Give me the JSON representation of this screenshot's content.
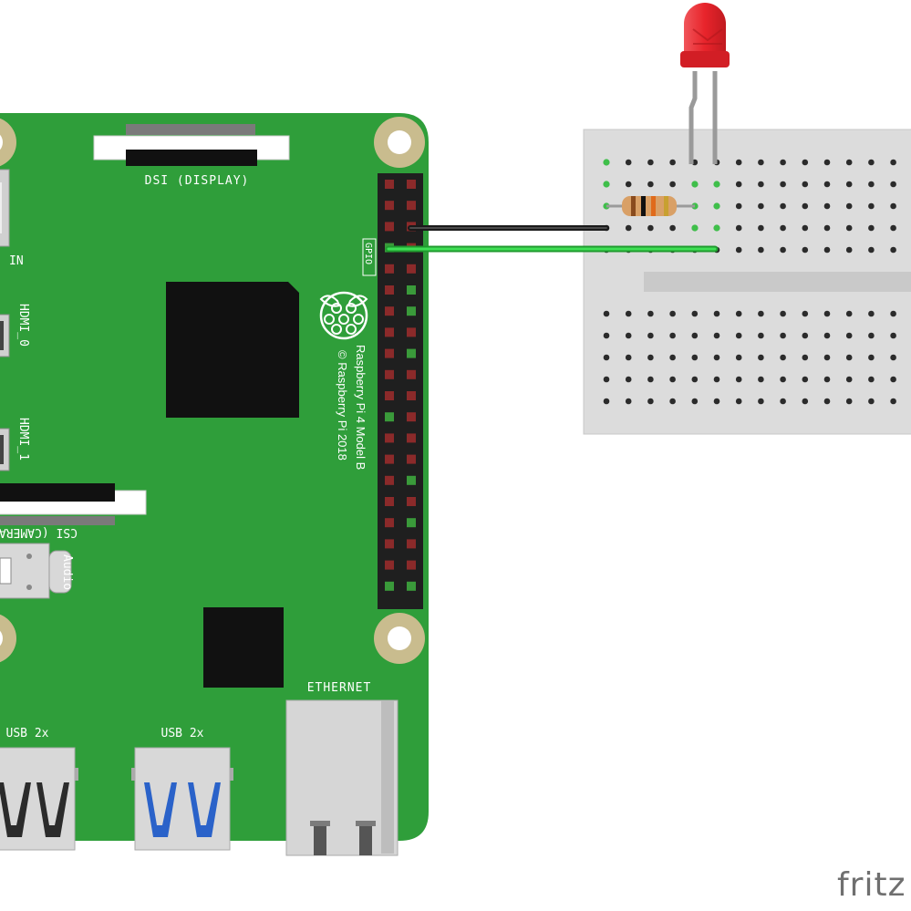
{
  "board": {
    "model": "Raspberry Pi 4 Model B",
    "copyright": "© Raspberry Pi 2018",
    "dsi_label": "DSI (DISPLAY)",
    "csi_label": "CSI (CAMERA)",
    "hdmi0_label": "HDMI_0",
    "hdmi1_label": "HDMI_1",
    "audio_label": "Audio",
    "power_label": "IN",
    "gpio_label": "GPIO",
    "ethernet_label": "ETHERNET",
    "usb2_label": "USB 2x",
    "usb3_label": "USB 2x",
    "pcb_color": "#2f9e3a",
    "mount_hole_color": "#c9bc8e"
  },
  "wires": [
    {
      "name": "ground-wire",
      "color": "#1a1a1a"
    },
    {
      "name": "signal-wire",
      "color": "#27c43a"
    }
  ],
  "components": {
    "led_color": "#e8242b",
    "resistor_color": "#d9a066"
  },
  "watermark": "fritz"
}
